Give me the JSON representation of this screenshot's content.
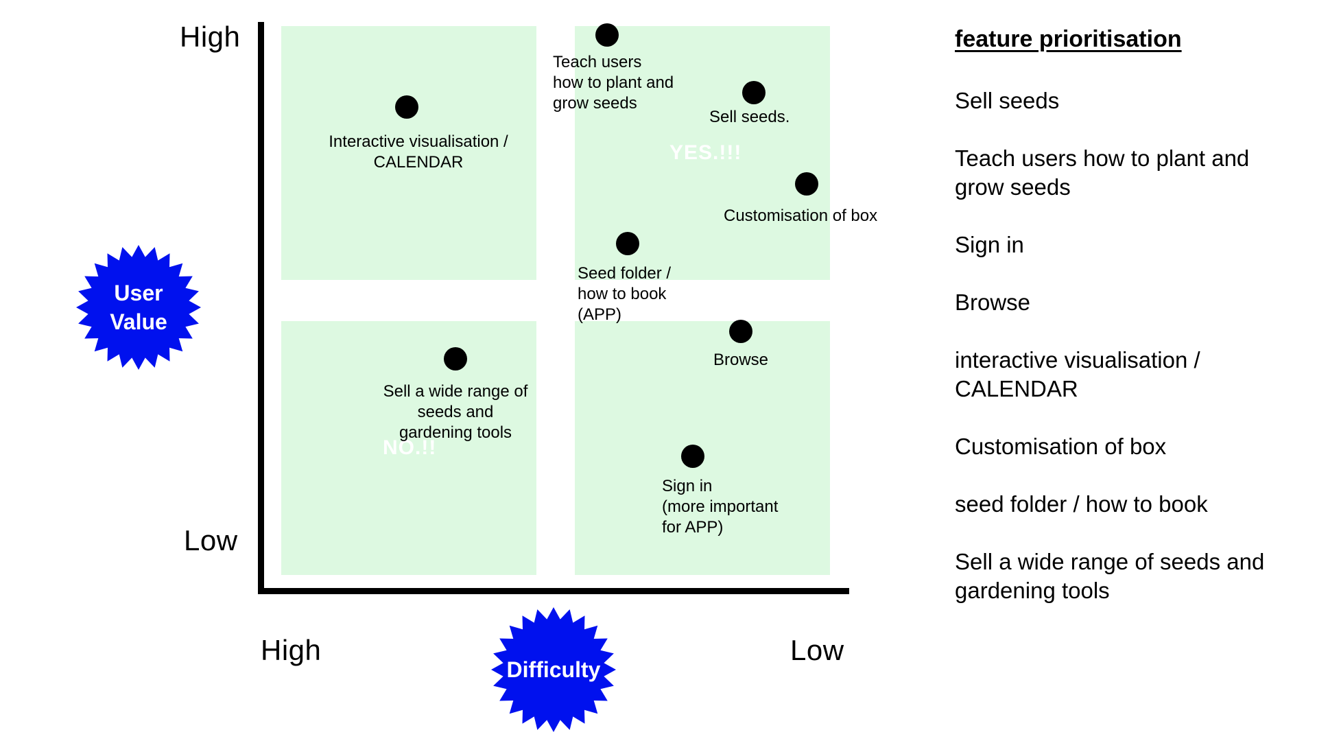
{
  "colors": {
    "quadrant_fill": "#ddf9e1",
    "badge": "#0011ee",
    "axis": "#000000"
  },
  "y_axis": {
    "badge": "User\nValue",
    "high": "High",
    "low": "Low"
  },
  "x_axis": {
    "badge": "Difficulty",
    "high": "High",
    "low": "Low"
  },
  "verdicts": {
    "yes": "YES.!!!",
    "no": "NO.!!"
  },
  "points": [
    {
      "id": "interactive",
      "label": "Interactive visualisation /\nCALENDAR"
    },
    {
      "id": "teach",
      "label": "Teach users\nhow to plant and\ngrow seeds"
    },
    {
      "id": "sell-seeds",
      "label": "Sell seeds."
    },
    {
      "id": "customisation",
      "label": "Customisation of box"
    },
    {
      "id": "seed-folder",
      "label": "Seed folder /\nhow to book\n(APP)"
    },
    {
      "id": "browse",
      "label": "Browse"
    },
    {
      "id": "wide-range",
      "label": "Sell a wide range of\nseeds and\ngardening tools"
    },
    {
      "id": "sign-in",
      "label": "Sign in\n(more important\nfor APP)"
    }
  ],
  "sidebar": {
    "title": "feature prioritisation",
    "items": [
      "Sell seeds",
      "Teach users how to plant and grow seeds",
      "Sign in",
      "Browse",
      "interactive visualisation / CALENDAR",
      "Customisation of box",
      "seed folder / how to book",
      "Sell a wide range of seeds and gardening tools"
    ]
  }
}
